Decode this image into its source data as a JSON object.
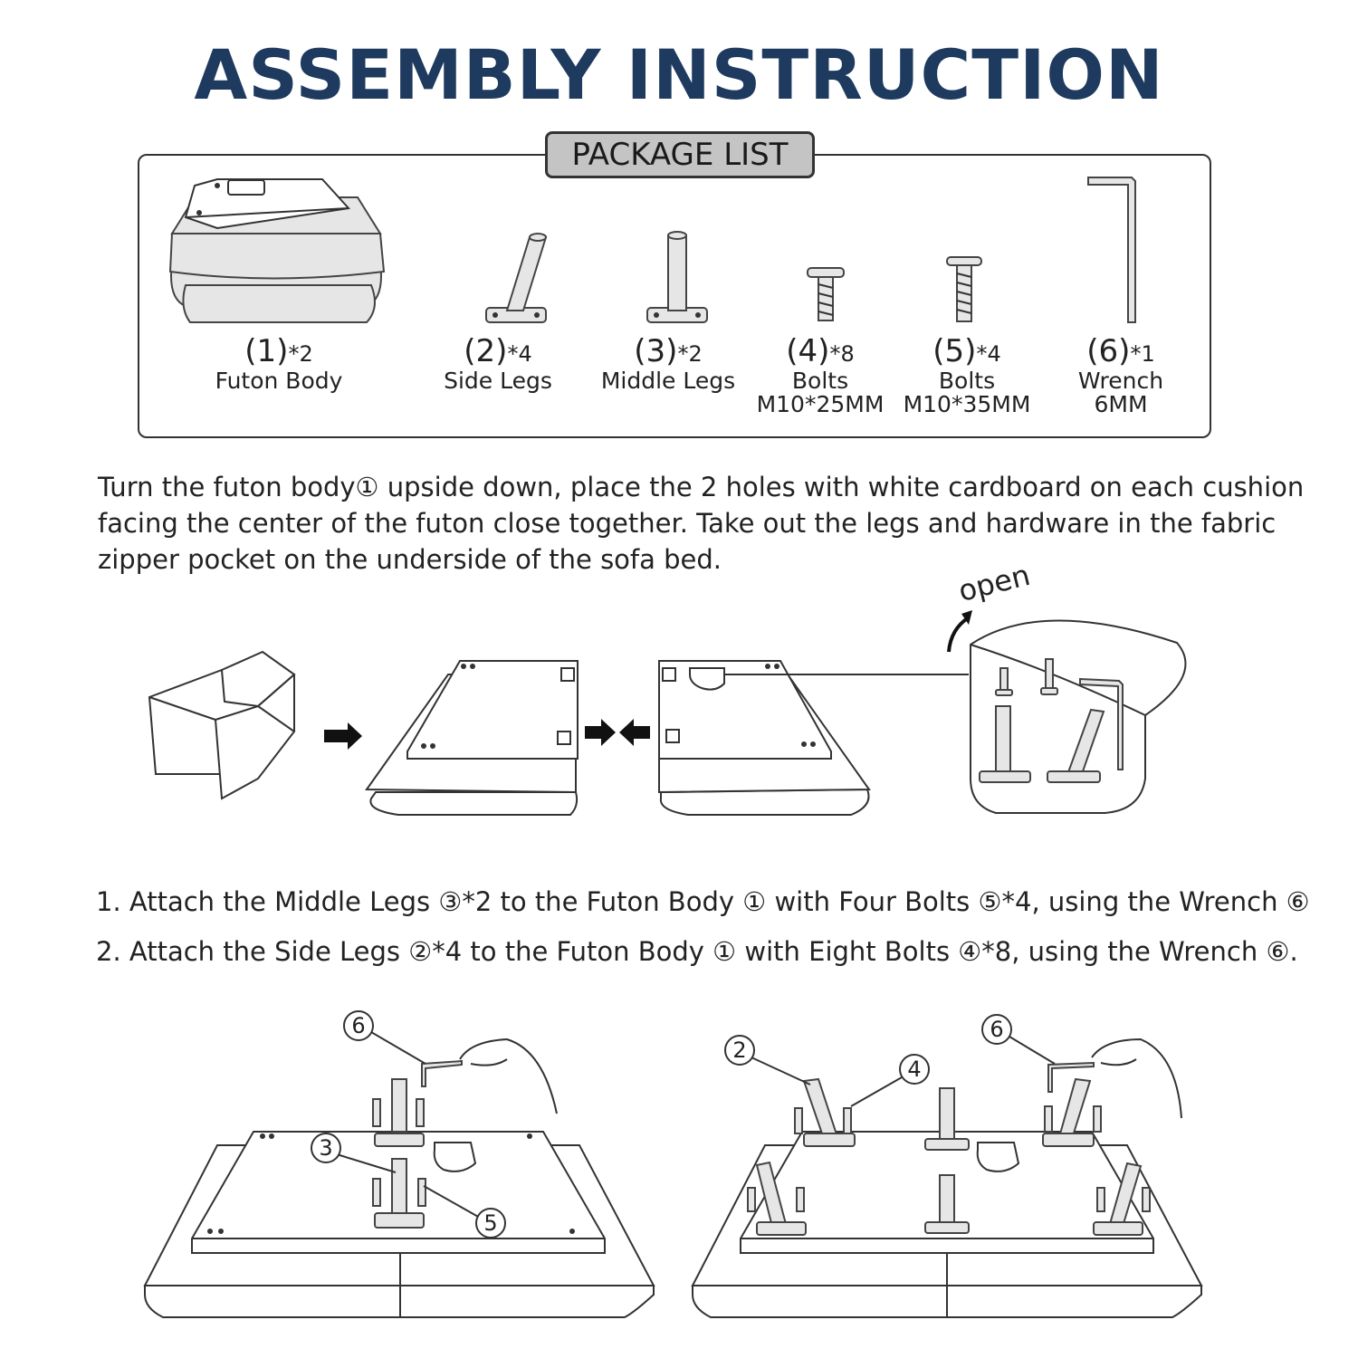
{
  "title": "ASSEMBLY INSTRUCTION",
  "package_list": {
    "title": "PACKAGE LIST",
    "items": [
      {
        "num": "1",
        "qty": "*2",
        "name": "Futon Body",
        "spec": ""
      },
      {
        "num": "2",
        "qty": "*4",
        "name": "Side Legs",
        "spec": ""
      },
      {
        "num": "3",
        "qty": "*2",
        "name": "Middle Legs",
        "spec": ""
      },
      {
        "num": "4",
        "qty": "*8",
        "name": "Bolts",
        "spec": "M10*25MM"
      },
      {
        "num": "5",
        "qty": "*4",
        "name": "Bolts",
        "spec": "M10*35MM"
      },
      {
        "num": "6",
        "qty": "*1",
        "name": "Wrench",
        "spec": "6MM"
      }
    ]
  },
  "intro": "Turn the futon body① upside down, place the 2 holes with white cardboard on each cushion facing the center of the futon close together. Take out the legs and hardware in the fabric zipper pocket on the underside of the sofa bed.",
  "open_label": "open",
  "steps": [
    "1. Attach the Middle Legs ③*2 to the Futon Body ① with Four Bolts ⑤*4, using the Wrench ⑥",
    "2. Attach the Side Legs ②*4 to the Futon Body ① with Eight Bolts ④*8, using the Wrench ⑥."
  ],
  "callouts": {
    "left": {
      "wrench": "6",
      "middle_leg": "3",
      "bolt": "5"
    },
    "right": {
      "side_leg": "2",
      "bolt": "4",
      "wrench": "6"
    }
  }
}
